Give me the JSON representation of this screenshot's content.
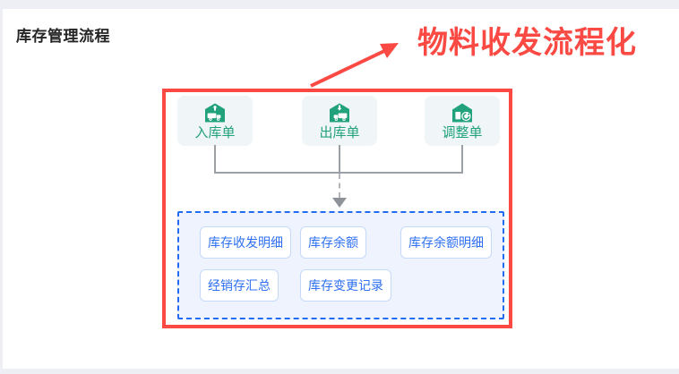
{
  "page": {
    "title": "库存管理流程"
  },
  "annotation": {
    "text": "物料收发流程化"
  },
  "flow": {
    "source_cards": [
      {
        "label": "入库单",
        "icon": "warehouse-inbound-icon"
      },
      {
        "label": "出库单",
        "icon": "warehouse-outbound-icon"
      },
      {
        "label": "调整单",
        "icon": "house-adjust-icon"
      }
    ],
    "report_buttons": [
      {
        "label": "库存收发明细"
      },
      {
        "label": "库存余额"
      },
      {
        "label": "库存余额明细"
      },
      {
        "label": "经销存汇总"
      },
      {
        "label": "库存变更记录"
      }
    ]
  },
  "colors": {
    "accent_red": "#fa4a43",
    "node_green": "#21a27c",
    "report_blue": "#2e70f1",
    "dashed_border_blue": "#1f6bf2",
    "connector_gray": "#9aa0a6",
    "node_card_bg": "#f0f5f8",
    "dashed_box_bg": "#eef3fd"
  }
}
